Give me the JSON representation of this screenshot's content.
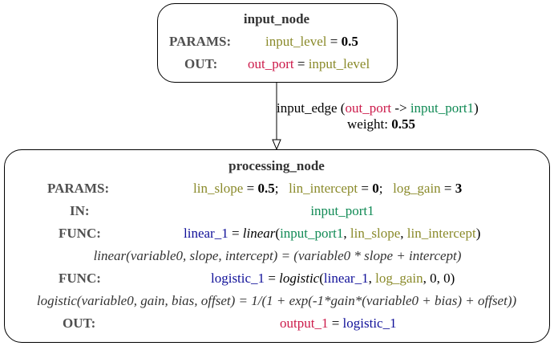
{
  "input_node": {
    "title": "input_node",
    "params_label": "PARAMS:",
    "param_name": "input_level",
    "param_eq": "=",
    "param_value": "0.5",
    "out_label": "OUT:",
    "out_port": "out_port",
    "out_eq": "=",
    "out_source": "input_level"
  },
  "edge": {
    "name": "input_edge",
    "open": "(",
    "from": "out_port",
    "arrow": "->",
    "to": "input_port1",
    "close": ")",
    "weight_label": "weight:",
    "weight_value": "0.55"
  },
  "processing_node": {
    "title": "processing_node",
    "params_label": "PARAMS:",
    "params": [
      {
        "name": "lin_slope",
        "eq": "=",
        "value": "0.5",
        "sep": ";"
      },
      {
        "name": "lin_intercept",
        "eq": "=",
        "value": "0",
        "sep": ";"
      },
      {
        "name": "log_gain",
        "eq": "=",
        "value": "3",
        "sep": ""
      }
    ],
    "in_label": "IN:",
    "in_port": "input_port1",
    "func1": {
      "label": "FUNC:",
      "target": "linear_1",
      "eq": "=",
      "fname": "linear",
      "args": [
        "input_port1",
        "lin_slope",
        "lin_intercept"
      ],
      "formula": "linear(variable0, slope, intercept) = (variable0 * slope + intercept)"
    },
    "func2": {
      "label": "FUNC:",
      "target": "logistic_1",
      "eq": "=",
      "fname": "logistic",
      "args": [
        "linear_1",
        "log_gain",
        "0",
        "0"
      ],
      "formula": "logistic(variable0, gain, bias, offset) = 1/(1 + exp(-1*gain*(variable0 + bias) + offset))"
    },
    "out_label": "OUT:",
    "out_port": "output_1",
    "out_eq": "=",
    "out_source": "logistic_1"
  },
  "colors": {
    "param": "#8a8a2a",
    "out_port": "#cc1a4a",
    "in_port": "#118a55",
    "function": "#111199"
  }
}
